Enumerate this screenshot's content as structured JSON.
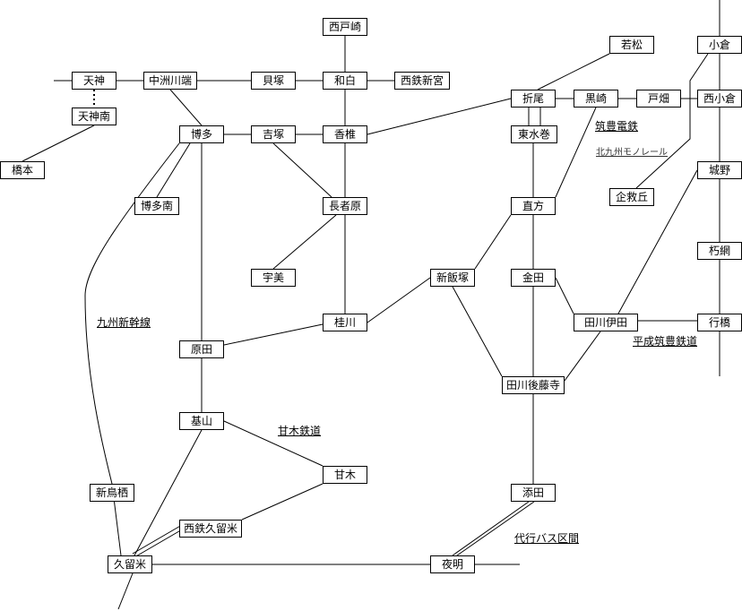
{
  "stations": {
    "nishitozaki": "西戸崎",
    "tenjin": "天神",
    "nakasukawabata": "中洲川端",
    "kaizuka": "貝塚",
    "wajiro": "和白",
    "nishitetsu_shingu": "西鉄新宮",
    "tenjin_minami": "天神南",
    "hashimoto": "橋本",
    "hakata": "博多",
    "yoshizuka": "吉塚",
    "kashii": "香椎",
    "hakata_minami": "博多南",
    "chojabaru": "長者原",
    "umi": "宇美",
    "keisen": "桂川",
    "harada": "原田",
    "kiyama": "基山",
    "amagi": "甘木",
    "shintosu": "新鳥栖",
    "nishitetsu_kurume": "西鉄久留米",
    "kurume": "久留米",
    "yoake": "夜明",
    "shiniizuka": "新飯塚",
    "wakamatsu": "若松",
    "orio": "折尾",
    "kurosaki": "黒崎",
    "tobata": "戸畑",
    "kokura": "小倉",
    "nishikokura": "西小倉",
    "higashimizumaki": "東水巻",
    "nogata": "直方",
    "kikugaoka": "企救丘",
    "jono": "城野",
    "kusami": "朽網",
    "kaneda": "金田",
    "tagawa_ita": "田川伊田",
    "yukuhashi": "行橋",
    "tagawa_gotoji": "田川後藤寺",
    "soeda": "添田"
  },
  "line_labels": {
    "kyushu_shinkansen": "九州新幹線",
    "amagi_railway": "甘木鉄道",
    "chikuho_electric": "筑豊電鉄",
    "kitakyushu_monorail": "北九州モノレール",
    "heisei_chikuho": "平成筑豊鉄道",
    "bus_section": "代行バス区間"
  },
  "colors": {
    "line": "#000000",
    "box_border": "#000000",
    "box_fill": "#ffffff",
    "text": "#000000"
  }
}
